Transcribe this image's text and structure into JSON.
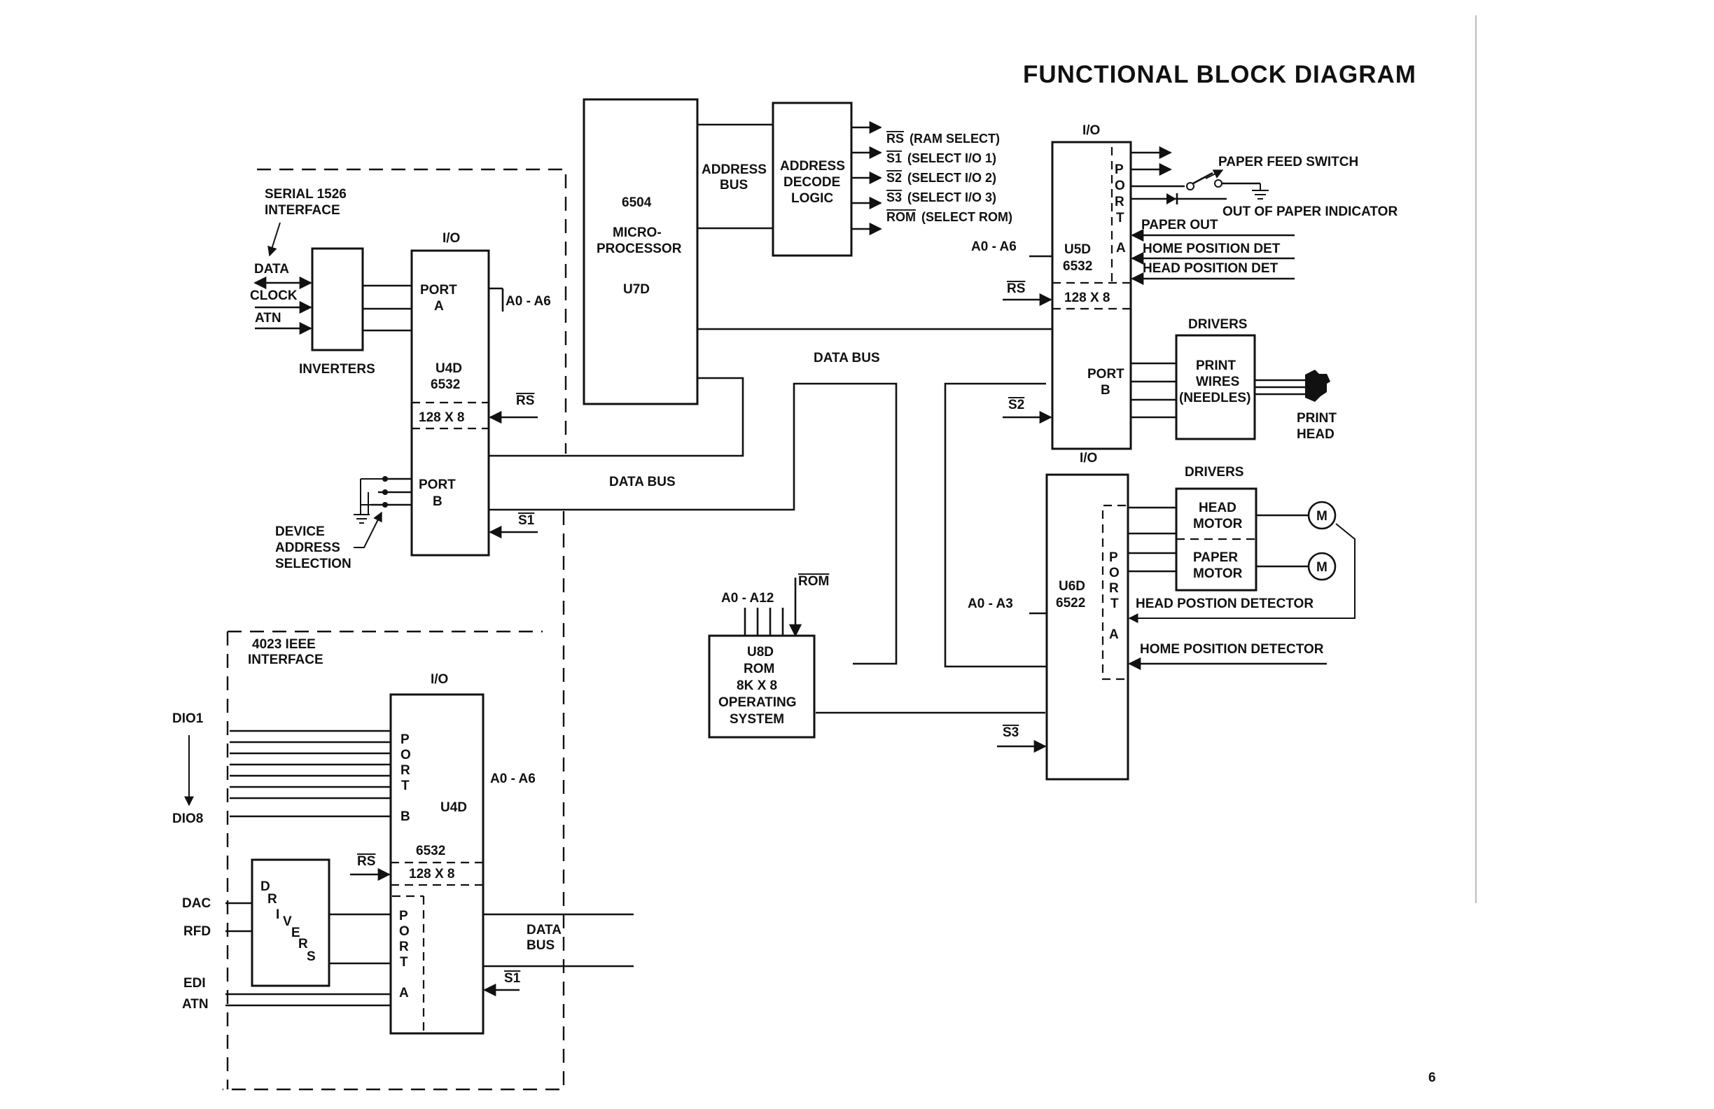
{
  "title": "FUNCTIONAL BLOCK DIAGRAM",
  "page_number": "6",
  "serial": {
    "heading": [
      "SERIAL 1526",
      "INTERFACE"
    ],
    "signals": [
      "DATA",
      "CLOCK",
      "ATN"
    ],
    "inverters": "INVERTERS",
    "io": "I/O",
    "port_a": [
      "PORT",
      "A"
    ],
    "chip": [
      "U4D",
      "6532"
    ],
    "ram": "128 X 8",
    "port_b": [
      "PORT",
      "B"
    ],
    "addr": "A0 - A6",
    "rs": "RS",
    "s1": "S1",
    "device": [
      "DEVICE",
      "ADDRESS",
      "SELECTION"
    ]
  },
  "cpu": {
    "lines": [
      "6504",
      "MICRO-",
      "PROCESSOR",
      "U7D"
    ]
  },
  "address_bus": [
    "ADDRESS",
    "BUS"
  ],
  "decode": [
    "ADDRESS",
    "DECODE",
    "LOGIC"
  ],
  "selects": [
    {
      "sig": "RS",
      "desc": "(RAM SELECT)"
    },
    {
      "sig": "S1",
      "desc": "(SELECT I/O 1)"
    },
    {
      "sig": "S2",
      "desc": "(SELECT I/O 2)"
    },
    {
      "sig": "S3",
      "desc": "(SELECT I/O 3)"
    },
    {
      "sig": "ROM",
      "desc": "(SELECT ROM)"
    }
  ],
  "data_bus": "DATA BUS",
  "data_bus_split": [
    "DATA",
    "BUS"
  ],
  "u5d": {
    "io": "I/O",
    "addr": "A0 - A6",
    "chip": [
      "U5D",
      "6532"
    ],
    "rs": "RS",
    "ram": "128 X 8",
    "port_a": [
      "P",
      "O",
      "R",
      "T",
      "A"
    ],
    "port_b": [
      "PORT",
      "B"
    ],
    "s2": "S2"
  },
  "paper": {
    "switch": "PAPER FEED SWITCH",
    "indicator": "OUT OF PAPER INDICATOR",
    "out": "PAPER OUT",
    "home": "HOME POSITION DET",
    "head": "HEAD POSITION DET"
  },
  "drivers1": "DRIVERS",
  "print_wires": [
    "PRINT",
    "WIRES",
    "(NEEDLES)"
  ],
  "print_head": [
    "PRINT",
    "HEAD"
  ],
  "u6d": {
    "io": "I/O",
    "addr": "A0 - A3",
    "chip": [
      "U6D",
      "6522"
    ],
    "port": [
      "P",
      "O",
      "R",
      "T",
      "A"
    ],
    "s3": "S3"
  },
  "drivers2": "DRIVERS",
  "head_motor": [
    "HEAD",
    "MOTOR"
  ],
  "paper_motor": [
    "PAPER",
    "MOTOR"
  ],
  "motor_symbol": "M",
  "head_detector": "HEAD POSTION DETECTOR",
  "home_detector": "HOME POSITION DETECTOR",
  "rom": {
    "addr": "A0 - A12",
    "sig": "ROM",
    "lines": [
      "U8D",
      "ROM",
      "8K X 8",
      "OPERATING",
      "SYSTEM"
    ]
  },
  "ieee": {
    "heading": [
      "4023 IEEE",
      "INTERFACE"
    ],
    "io": "I/O",
    "dio_first": "DIO1",
    "dio_last": "DIO8",
    "port_b": [
      "P",
      "O",
      "R",
      "T",
      "B"
    ],
    "chip": "U4D",
    "chip2": "6532",
    "ram": "128 X 8",
    "port_a": [
      "P",
      "O",
      "R",
      "T",
      "A"
    ],
    "addr": "A0 - A6",
    "rs": "RS",
    "s1": "S1",
    "drivers": [
      "D",
      "R",
      "I",
      "V",
      "E",
      "R",
      "S"
    ],
    "signals": [
      "DAC",
      "RFD",
      "EDI",
      "ATN"
    ]
  }
}
